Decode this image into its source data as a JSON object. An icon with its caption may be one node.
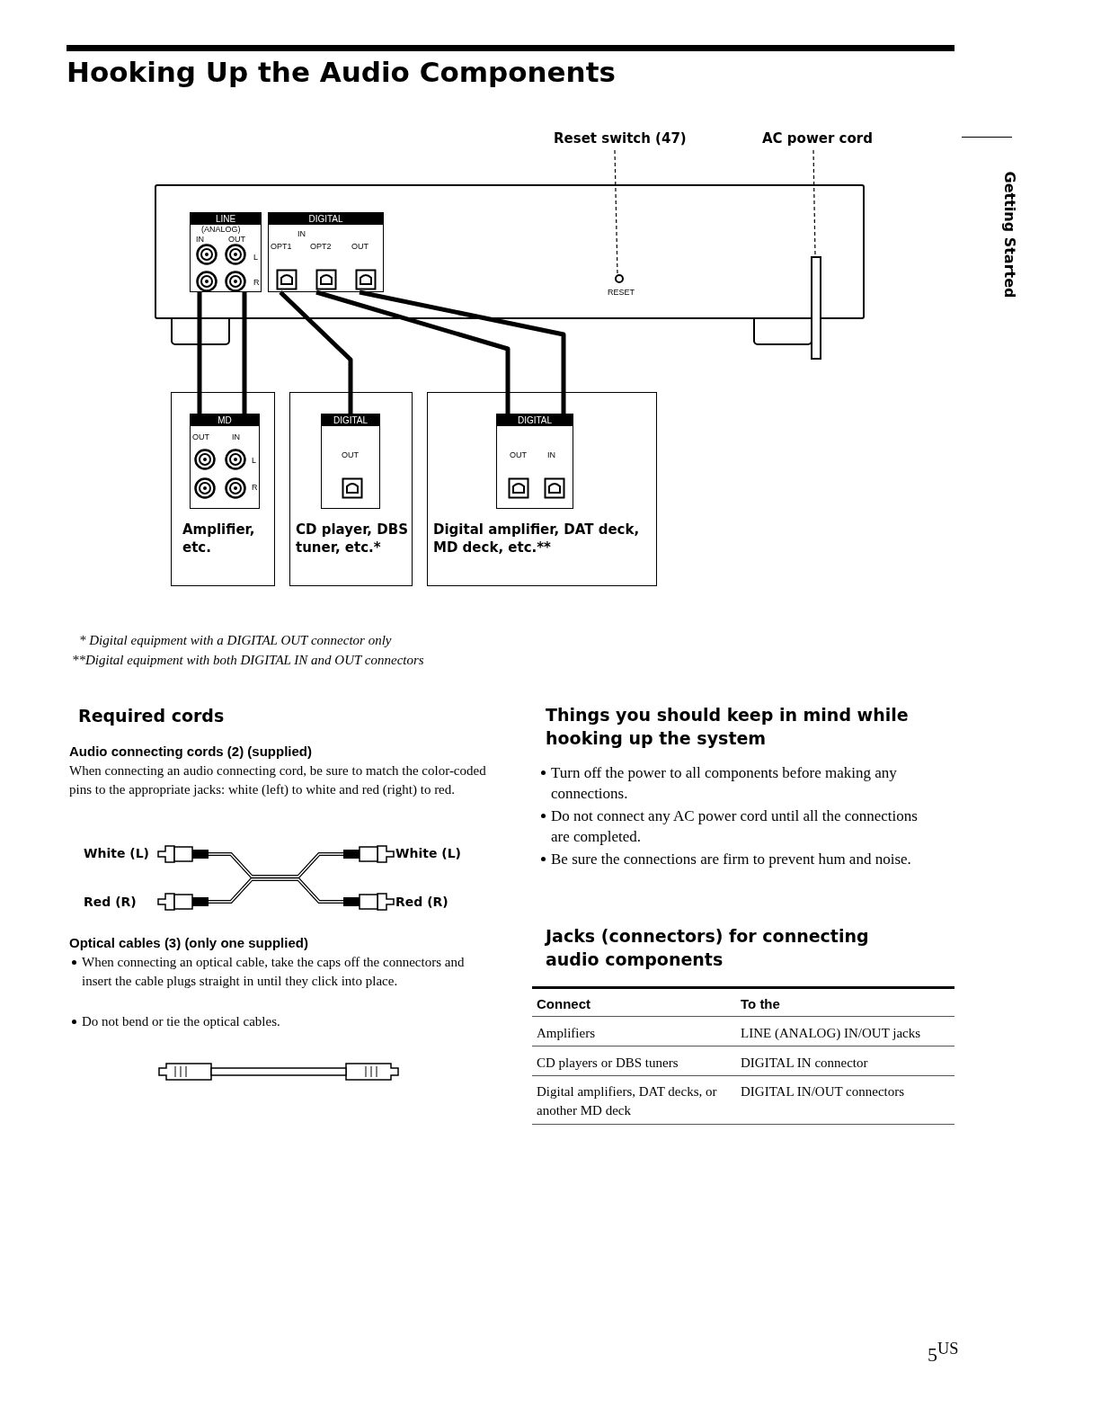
{
  "diagram": {
    "title": "Hooking Up the Audio Components",
    "nodes": [
      {
        "text": [
          "Reset switch (47)"
        ]
      },
      {
        "text": [
          "AC power cord"
        ]
      },
      {
        "text": [],
        "shape": "box"
      },
      {
        "text": [
          "LINE",
          "(ANALOG)",
          "IN",
          "OUT",
          "L",
          "R"
        ],
        "in": 2
      },
      {
        "text": [
          "DIGITAL",
          "IN",
          "OPT1",
          "OPT2",
          "OUT"
        ],
        "in": 2
      },
      {
        "text": [],
        "shape": "circle",
        "in": 2,
        "beside": [
          "RESET"
        ]
      },
      {
        "text": [],
        "shape": "bar"
      },
      {
        "text": [
          "Amplifier, etc."
        ]
      },
      {
        "text": [
          "MD",
          "OUT",
          "IN",
          "L",
          "R"
        ],
        "in": 7
      },
      {
        "text": [
          "CD player, DBS tuner, etc.*"
        ]
      },
      {
        "text": [
          "DIGITAL",
          "OUT"
        ],
        "in": 9
      },
      {
        "text": [
          "Digital amplifier, DAT deck, MD deck, etc.**"
        ]
      },
      {
        "text": [
          "DIGITAL",
          "OUT",
          "IN"
        ],
        "in": 11
      }
    ],
    "edges": [
      {
        "from": 3,
        "to": 8,
        "arrow": "none"
      },
      {
        "from": 3,
        "to": 8,
        "arrow": "none"
      },
      {
        "from": 4,
        "to": 10,
        "arrow": "none"
      },
      {
        "from": 4,
        "to": 12,
        "arrow": "none"
      },
      {
        "from": 4,
        "to": 12,
        "arrow": "none"
      },
      {
        "from": 0,
        "to": 5,
        "arrow": "none",
        "style": "dashed"
      },
      {
        "from": 1,
        "to": 6,
        "arrow": "none",
        "style": "dashed"
      }
    ],
    "labels": [
      "Getting Started",
      "* Digital equipment with a DIGITAL OUT connector only",
      "**Digital equipment with both DIGITAL IN and OUT connectors",
      "Required cords",
      "Audio connecting cords (2) (supplied)",
      "When connecting an audio connecting cord, be sure to match the color-coded pins to the appropriate jacks:  white (left) to white and red (right) to red.",
      "White (L)",
      "White (L)",
      "Red (R)",
      "Red (R)",
      "Optical cables (3) (only one supplied)",
      "When connecting an optical cable, take the caps off the connectors and insert the cable plugs straight in until they click into place.",
      "Do not bend or tie the optical cables.",
      "Things you should keep in mind while hooking up the system",
      "Turn off the power to all components before making any connections.",
      "Do not connect any AC power cord until all the connections are completed.",
      "Be sure the connections are firm to prevent hum and noise.",
      "Jacks (connectors) for connecting audio components",
      "Connect",
      "To the",
      "Amplifiers",
      "LINE (ANALOG) IN/OUT jacks",
      "CD players or DBS tuners",
      "DIGITAL IN connector",
      "Digital amplifiers, DAT decks, or another MD deck",
      "DIGITAL IN/OUT connectors",
      "5$^{US}$"
    ]
  }
}
